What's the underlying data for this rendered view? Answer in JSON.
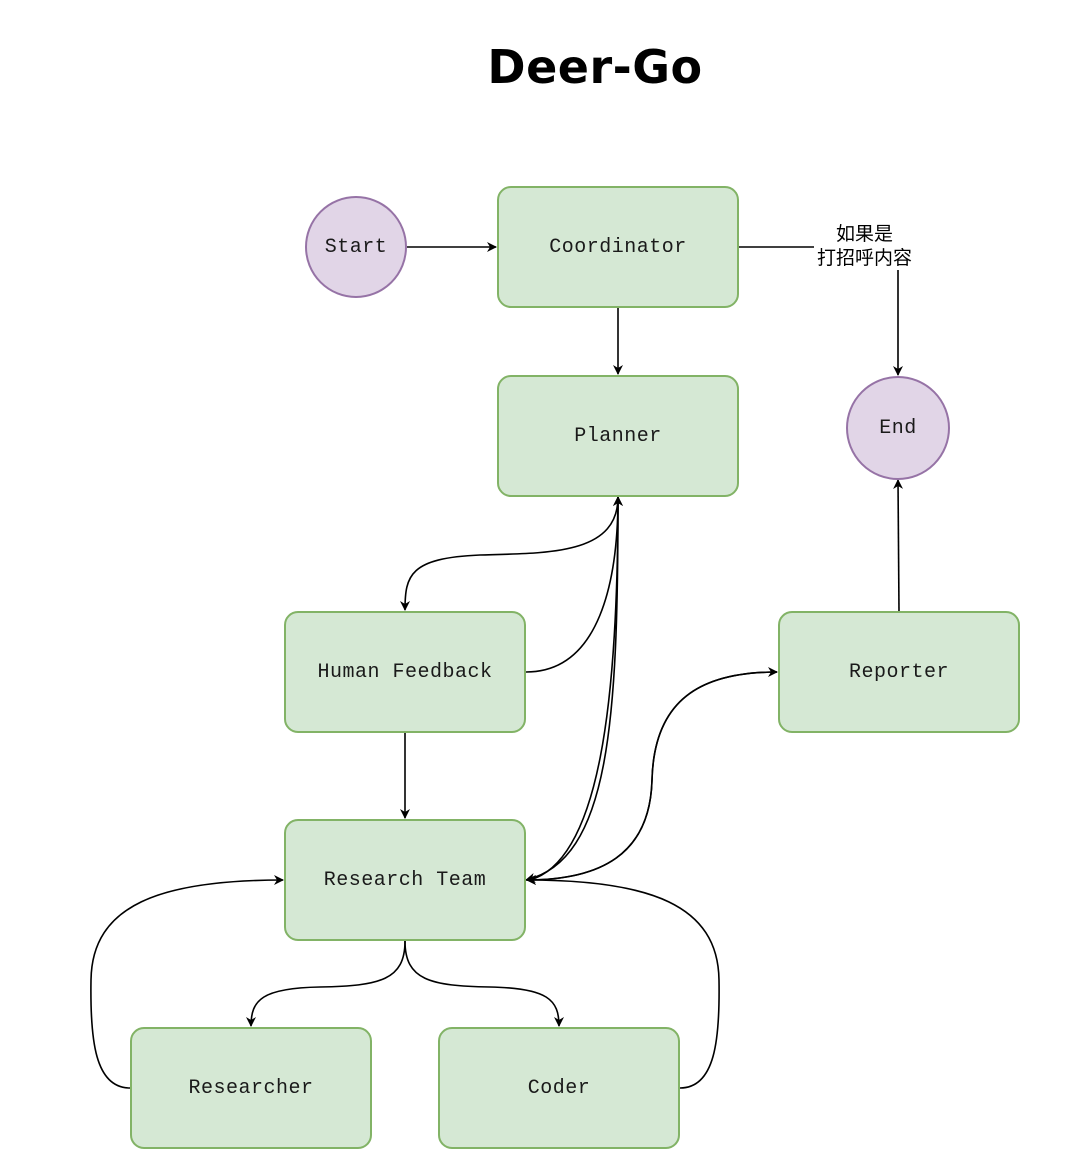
{
  "title": "Deer-Go",
  "colors": {
    "process_fill": "#d5e8d4",
    "process_border": "#82b366",
    "terminal_fill": "#e1d5e7",
    "terminal_border": "#9673a6",
    "edge": "#000000"
  },
  "nodes": {
    "start": "Start",
    "coordinator": "Coordinator",
    "planner": "Planner",
    "end": "End",
    "human_feedback": "Human Feedback",
    "reporter": "Reporter",
    "research_team": "Research Team",
    "researcher": "Researcher",
    "coder": "Coder"
  },
  "edge_labels": {
    "coordinator_to_end_line1": "如果是",
    "coordinator_to_end_line2": "打招呼内容"
  }
}
